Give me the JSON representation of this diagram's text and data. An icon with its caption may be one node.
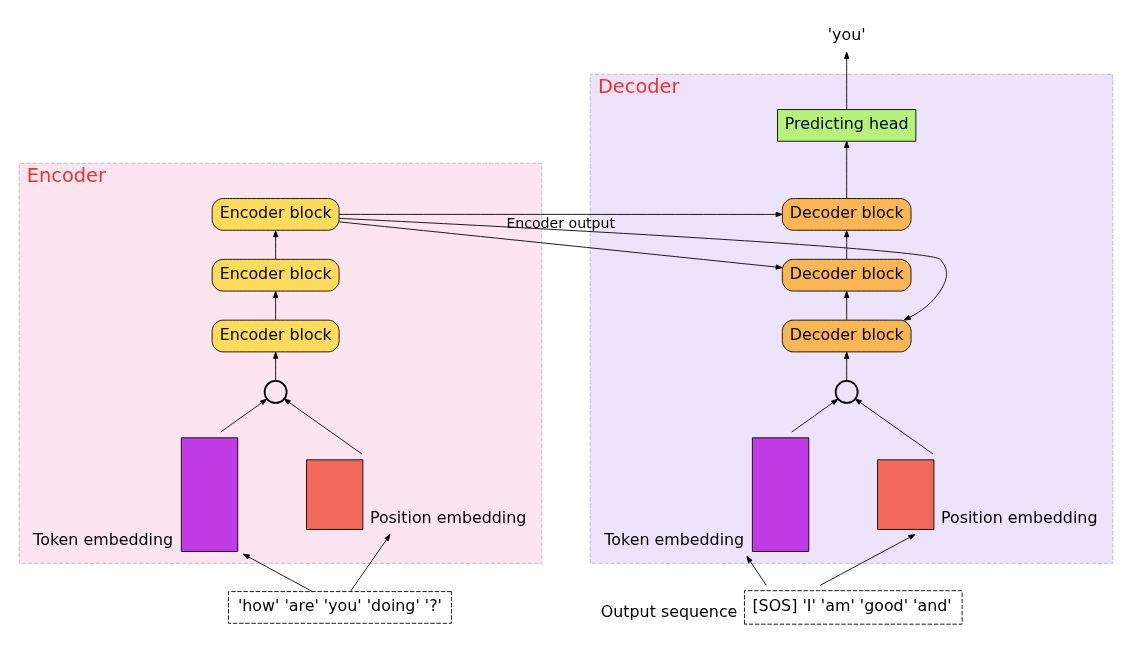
{
  "diagram": {
    "nodes": [
      {
        "text": [
          "Encoder"
        ]
      },
      {
        "text": [
          "Encoder block"
        ],
        "in": 0
      },
      {
        "text": [
          "Encoder block"
        ],
        "in": 0
      },
      {
        "text": [
          "Encoder block"
        ],
        "in": 0
      },
      {
        "text": [],
        "shape": "circle",
        "in": 0
      },
      {
        "text": [],
        "shape": "box",
        "in": 0,
        "beside": [
          "Token embedding"
        ]
      },
      {
        "text": [],
        "shape": "box",
        "in": 0,
        "beside": [
          "Position embedding"
        ]
      },
      {
        "text": [
          "'how' 'are' 'you' 'doing' '?'"
        ]
      },
      {
        "text": [
          "Decoder"
        ]
      },
      {
        "text": [
          "Predicting head"
        ],
        "in": 8
      },
      {
        "text": [
          "Decoder block"
        ],
        "in": 8
      },
      {
        "text": [
          "Decoder block"
        ],
        "in": 8
      },
      {
        "text": [
          "Decoder block"
        ],
        "in": 8
      },
      {
        "text": [],
        "shape": "circle",
        "in": 8
      },
      {
        "text": [],
        "shape": "box",
        "in": 8,
        "beside": [
          "Token embedding"
        ]
      },
      {
        "text": [],
        "shape": "box",
        "in": 8,
        "beside": [
          "Position embedding"
        ]
      },
      {
        "text": [
          "[SOS] 'I' 'am' 'good' 'and'"
        ],
        "beside": [
          "Output sequence"
        ]
      },
      {
        "text": [
          "'you'"
        ]
      }
    ],
    "edges": [
      {
        "from": 3,
        "to": 2,
        "arrow": "to"
      },
      {
        "from": 2,
        "to": 1,
        "arrow": "to"
      },
      {
        "from": 4,
        "to": 3,
        "arrow": "to"
      },
      {
        "from": 5,
        "to": 4,
        "arrow": "to"
      },
      {
        "from": 6,
        "to": 4,
        "arrow": "to"
      },
      {
        "from": 7,
        "to": 5,
        "arrow": "to"
      },
      {
        "from": 7,
        "to": 6,
        "arrow": "to"
      },
      {
        "from": 1,
        "to": 10,
        "arrow": "to",
        "label": "Encoder output"
      },
      {
        "from": 1,
        "to": 11,
        "arrow": "to"
      },
      {
        "from": 1,
        "to": 12,
        "arrow": "to"
      },
      {
        "from": 12,
        "to": 11,
        "arrow": "to"
      },
      {
        "from": 11,
        "to": 10,
        "arrow": "to"
      },
      {
        "from": 10,
        "to": 9,
        "arrow": "to"
      },
      {
        "from": 9,
        "to": 17,
        "arrow": "to"
      },
      {
        "from": 13,
        "to": 12,
        "arrow": "to"
      },
      {
        "from": 14,
        "to": 13,
        "arrow": "to"
      },
      {
        "from": 15,
        "to": 13,
        "arrow": "to"
      },
      {
        "from": 16,
        "to": 14,
        "arrow": "to"
      },
      {
        "from": 16,
        "to": 15,
        "arrow": "to"
      }
    ]
  }
}
